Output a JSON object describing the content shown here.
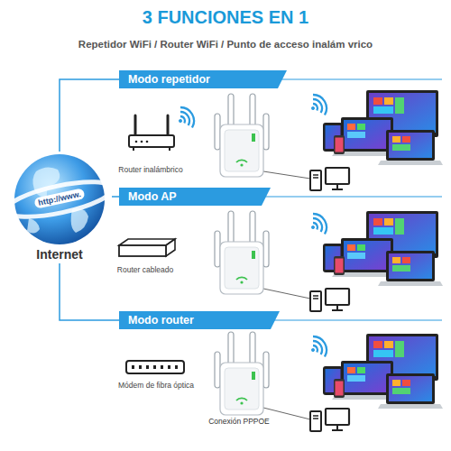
{
  "diagram": {
    "title": "3 FUNCIONES EN 1",
    "nodes": [
      {
        "text": [
          "Modo repetidor"
        ]
      },
      {
        "text": [
          "Router inalámbrico"
        ]
      },
      {
        "text": [
          "http://www.",
          "Internet"
        ]
      },
      {
        "text": [
          "Modo AP"
        ]
      },
      {
        "text": [
          "Router cableado"
        ]
      },
      {
        "text": [
          "Modo router"
        ]
      },
      {
        "text": [
          "Módem de fibra óptica"
        ]
      }
    ],
    "edges": [
      {
        "from": 2,
        "to": 0,
        "arrow": "none"
      },
      {
        "from": 2,
        "to": 3,
        "arrow": "none"
      },
      {
        "from": 2,
        "to": 5,
        "arrow": "none"
      }
    ],
    "labels": [
      "Repetidor WiFi / Router WiFi / Punto de acceso inalám vrico",
      "Conexión PPPOE"
    ]
  }
}
